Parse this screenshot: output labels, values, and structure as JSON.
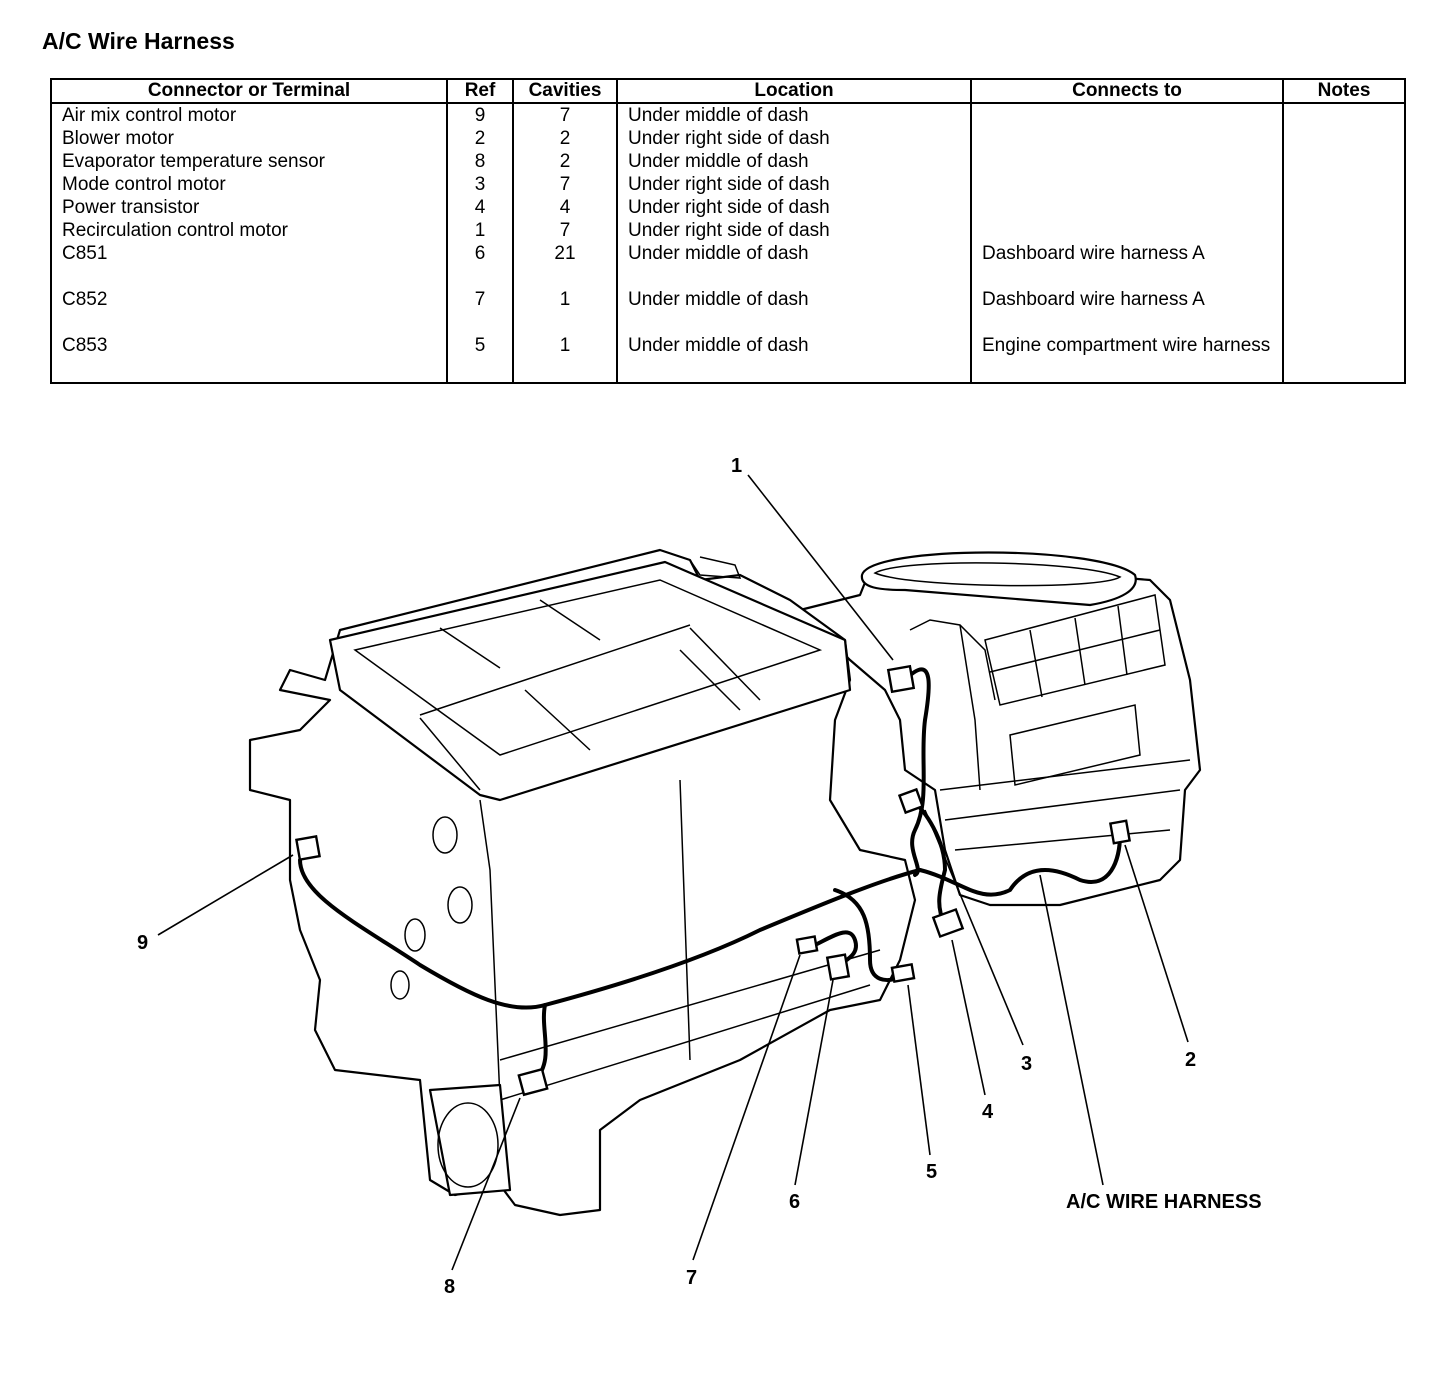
{
  "title": "A/C Wire Harness",
  "table": {
    "headers": [
      "Connector or Terminal",
      "Ref",
      "Cavities",
      "Location",
      "Connects to",
      "Notes"
    ],
    "rows": [
      {
        "connector": "Air mix control motor",
        "ref": "9",
        "cavities": "7",
        "location": "Under middle of dash",
        "connects_to": "",
        "notes": ""
      },
      {
        "connector": "Blower motor",
        "ref": "2",
        "cavities": "2",
        "location": "Under right side of dash",
        "connects_to": "",
        "notes": ""
      },
      {
        "connector": "Evaporator temperature sensor",
        "ref": "8",
        "cavities": "2",
        "location": "Under middle of dash",
        "connects_to": "",
        "notes": ""
      },
      {
        "connector": "Mode control motor",
        "ref": "3",
        "cavities": "7",
        "location": "Under right side of dash",
        "connects_to": "",
        "notes": ""
      },
      {
        "connector": "Power transistor",
        "ref": "4",
        "cavities": "4",
        "location": "Under right side of dash",
        "connects_to": "",
        "notes": ""
      },
      {
        "connector": "Recirculation control motor",
        "ref": "1",
        "cavities": "7",
        "location": "Under right side of dash",
        "connects_to": "",
        "notes": ""
      },
      {
        "connector": "C851",
        "ref": "6",
        "cavities": "21",
        "location": "Under middle of dash",
        "connects_to": "Dashboard wire harness A",
        "notes": ""
      },
      {
        "connector": "C852",
        "ref": "7",
        "cavities": "1",
        "location": "Under middle of dash",
        "connects_to": "Dashboard wire harness A",
        "notes": ""
      },
      {
        "connector": "C853",
        "ref": "5",
        "cavities": "1",
        "location": "Under middle of dash",
        "connects_to": "Engine compartment wire harness",
        "notes": ""
      }
    ]
  },
  "diagram": {
    "callouts": {
      "c1": "1",
      "c2": "2",
      "c3": "3",
      "c4": "4",
      "c5": "5",
      "c6": "6",
      "c7": "7",
      "c8": "8",
      "c9": "9"
    },
    "harness_label": "A/C WIRE HARNESS"
  }
}
